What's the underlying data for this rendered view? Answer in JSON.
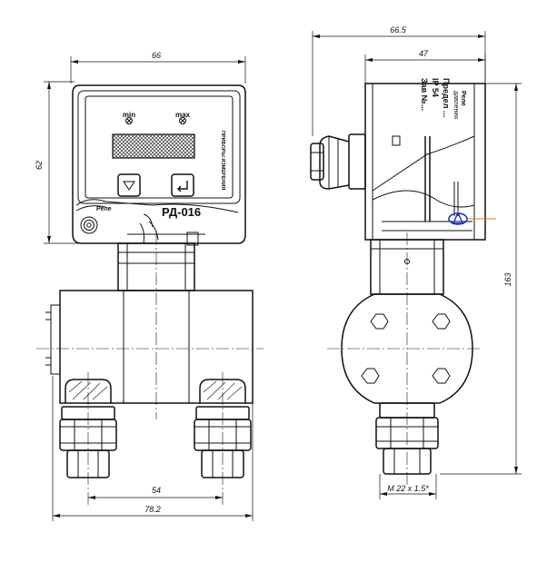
{
  "dimensions": {
    "front_width": "66",
    "front_height": "62",
    "flange_spacing": "54",
    "overall_width": "78.2",
    "side_depth": "66.5",
    "side_housing": "47",
    "side_height": "163",
    "thread": "M 22 x 1.5*"
  },
  "front_panel": {
    "min_label": "min",
    "max_label": "max",
    "model": "РД-016",
    "brand": "Реле",
    "side_text": "ПРИБОРЫ ИЗМЕРЕНИЯ"
  },
  "side_label": {
    "line1": "Реле",
    "line2": "давления",
    "line3": "Предел ...",
    "line4": "IP 54",
    "line5": "Зав №..."
  },
  "colors": {
    "line": "#111111",
    "marker_blue": "#1a2fd6",
    "marker_orange": "#e07a1f"
  }
}
